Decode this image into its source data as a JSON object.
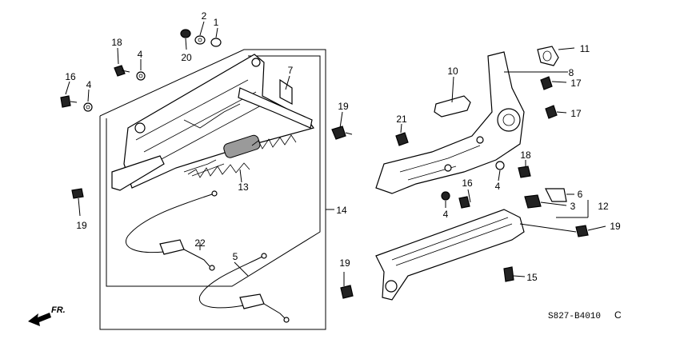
{
  "diagram": {
    "callouts": [
      {
        "id": "1",
        "label": "1"
      },
      {
        "id": "2",
        "label": "2"
      },
      {
        "id": "20",
        "label": "20"
      },
      {
        "id": "18a",
        "label": "18"
      },
      {
        "id": "4a",
        "label": "4"
      },
      {
        "id": "16a",
        "label": "16"
      },
      {
        "id": "4b",
        "label": "4"
      },
      {
        "id": "7",
        "label": "7"
      },
      {
        "id": "19a",
        "label": "19"
      },
      {
        "id": "19b",
        "label": "19"
      },
      {
        "id": "13",
        "label": "13"
      },
      {
        "id": "14",
        "label": "14"
      },
      {
        "id": "22",
        "label": "22"
      },
      {
        "id": "5",
        "label": "5"
      },
      {
        "id": "19c",
        "label": "19"
      },
      {
        "id": "10",
        "label": "10"
      },
      {
        "id": "11",
        "label": "11"
      },
      {
        "id": "8",
        "label": "8"
      },
      {
        "id": "17a",
        "label": "17"
      },
      {
        "id": "17b",
        "label": "17"
      },
      {
        "id": "21",
        "label": "21"
      },
      {
        "id": "18b",
        "label": "18"
      },
      {
        "id": "16b",
        "label": "16"
      },
      {
        "id": "4c",
        "label": "4"
      },
      {
        "id": "4d",
        "label": "4"
      },
      {
        "id": "6",
        "label": "6"
      },
      {
        "id": "3",
        "label": "3"
      },
      {
        "id": "12",
        "label": "12"
      },
      {
        "id": "19d",
        "label": "19"
      },
      {
        "id": "15",
        "label": "15"
      }
    ],
    "front_label": "FR.",
    "diagram_code": "S827-B4010",
    "code_suffix": "C"
  }
}
